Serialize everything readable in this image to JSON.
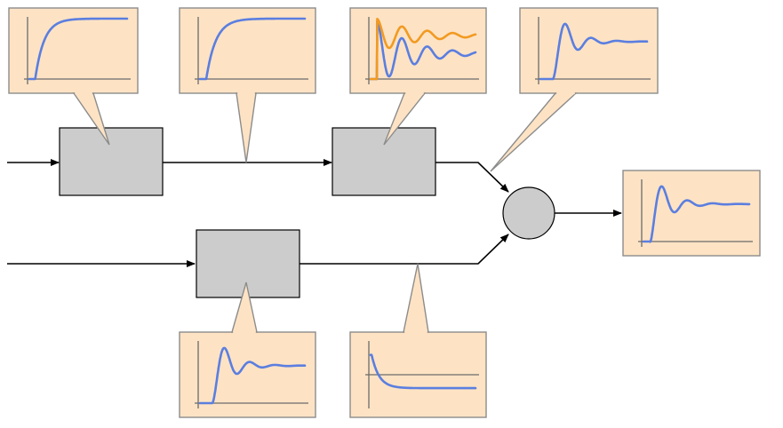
{
  "colors": {
    "callout_fill": "#fde3c4",
    "callout_stroke": "#8c8c8c",
    "block_fill": "#cccccc",
    "block_stroke": "#000000",
    "line": "#000000",
    "axis": "#6b6b6b",
    "response_blue": "#5b7ee0",
    "response_orange": "#f29a22"
  },
  "blocks": [
    {
      "id": "block-1"
    },
    {
      "id": "block-2"
    },
    {
      "id": "block-3"
    }
  ],
  "summing_junction": {
    "id": "sum-junction"
  },
  "callouts": [
    {
      "id": "plot-block1-output",
      "curves": [
        {
          "kind": "first-order-step",
          "color": "blue"
        }
      ]
    },
    {
      "id": "plot-signal-after-block1",
      "curves": [
        {
          "kind": "first-order-step",
          "color": "blue"
        }
      ]
    },
    {
      "id": "plot-block2-output",
      "curves": [
        {
          "kind": "damped-oscillation-large",
          "color": "blue"
        },
        {
          "kind": "damped-oscillation-offset",
          "color": "orange"
        }
      ]
    },
    {
      "id": "plot-upper-branch",
      "curves": [
        {
          "kind": "underdamped-step",
          "color": "blue"
        }
      ]
    },
    {
      "id": "plot-block3-output",
      "curves": [
        {
          "kind": "underdamped-step",
          "color": "blue"
        }
      ]
    },
    {
      "id": "plot-lower-branch",
      "curves": [
        {
          "kind": "decaying-impulse",
          "color": "blue"
        }
      ]
    },
    {
      "id": "plot-sum-output",
      "curves": [
        {
          "kind": "underdamped-step-with-dip",
          "color": "blue"
        }
      ]
    }
  ]
}
